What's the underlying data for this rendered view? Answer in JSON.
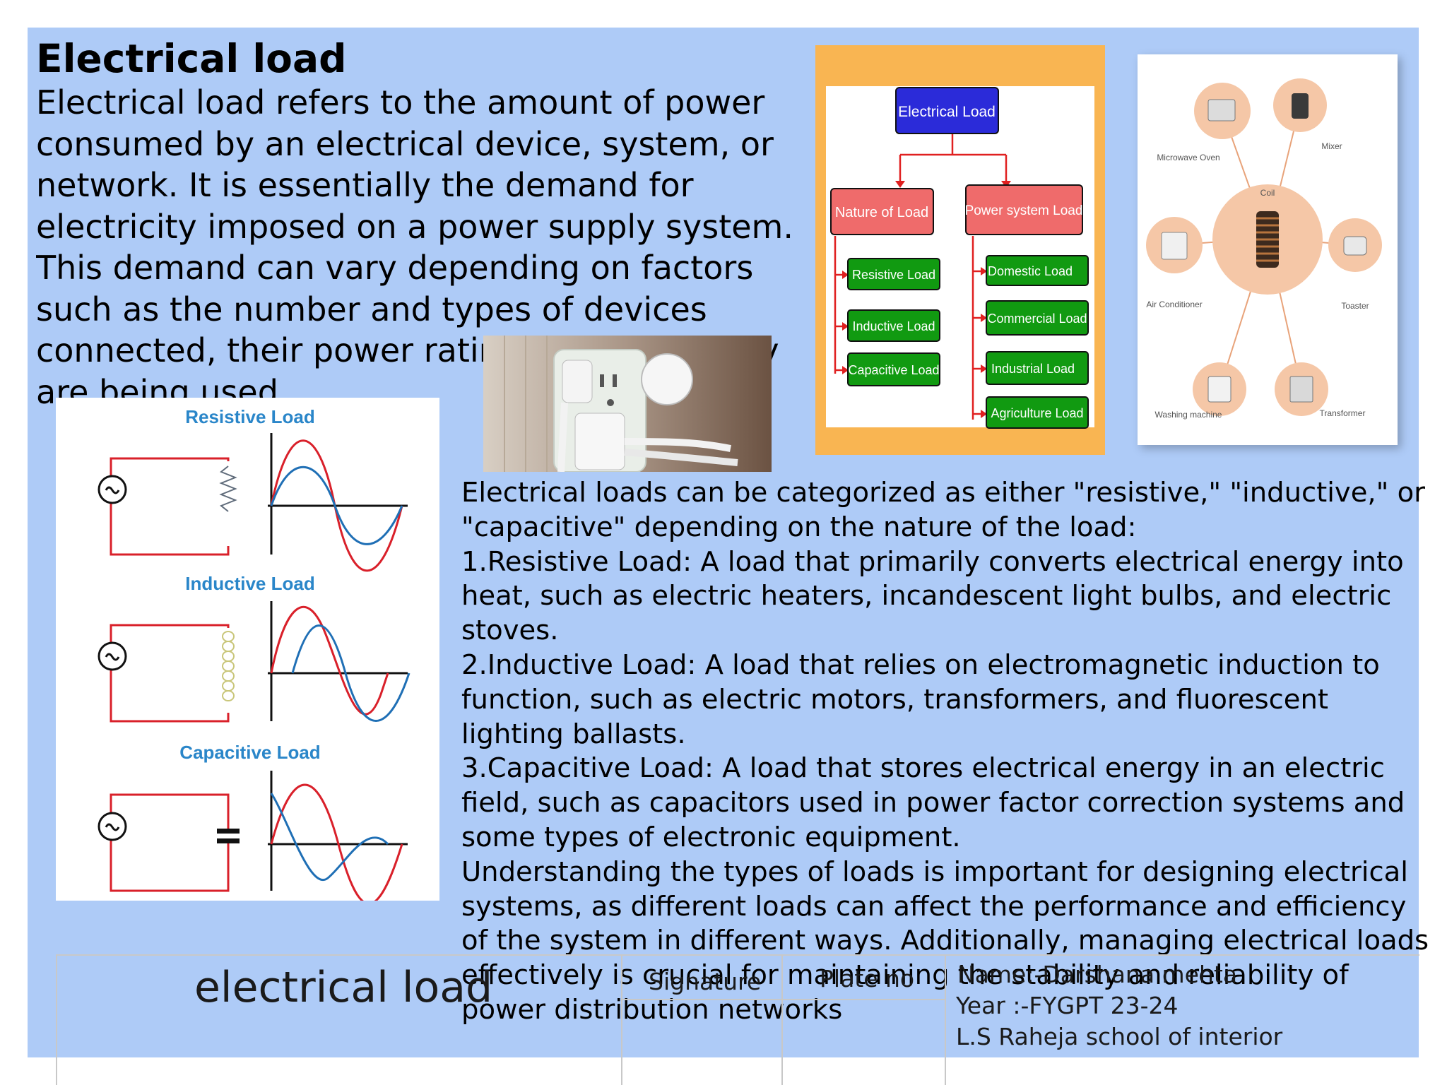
{
  "heading": "Electrical load",
  "intro": "Electrical load refers to the amount of power consumed by an electrical device, system, or network. It is essentially the demand for electricity imposed on a power supply system. This demand can vary depending on factors such as the number and types of devices connected, their power ratings, and how they are being used.",
  "body": [
    "Electrical loads can be categorized as either \"resistive,\" \"inductive,\" or",
    "\"capacitive\" depending on the nature of the load:",
    "1.Resistive Load: A load that primarily converts electrical energy into",
    "heat, such as electric heaters, incandescent light bulbs, and electric",
    "stoves.",
    "2.Inductive Load: A load that relies on electromagnetic induction to",
    "function, such as electric motors, transformers, and fluorescent",
    "lighting ballasts.",
    "3.Capacitive Load: A load that stores electrical energy in an electric",
    "field, such as capacitors used in power factor correction systems and",
    "some types of electronic equipment.",
    "Understanding the types of loads is important for designing electrical",
    "systems, as different loads can affect the performance and efficiency",
    "of the system in different ways. Additionally, managing electrical loads",
    "effectively is crucial for maintaining the stability and reliability of",
    "power distribution networks"
  ],
  "load_diagram": {
    "root": "Electrical Load",
    "nature_title": "Nature of Load",
    "nature_items": [
      "Resistive Load",
      "Inductive Load",
      "Capacitive Load"
    ],
    "power_title": "Power system Load",
    "power_items": [
      "Domestic Load",
      "Commercial Load",
      "Industrial Load",
      "Agriculture Load"
    ]
  },
  "appliances": {
    "center": "Coil",
    "items": [
      "Microwave Oven",
      "Mixer",
      "Air Conditioner",
      "Toaster",
      "Washing machine",
      "Transformer"
    ]
  },
  "waveforms": {
    "titles": [
      "Resistive Load",
      "Inductive Load",
      "Capacitive Load"
    ]
  },
  "footer": {
    "title": "electrical load",
    "signature": "Signature",
    "plate": "Plate no",
    "name": "Name:-Darshana mehta",
    "year": "Year :-FYGPT 23-24",
    "school": "L.S Raheja school of interior"
  },
  "colors": {
    "slide_background": "#aecbf7",
    "diagram_frame": "#f9b552",
    "root_box": "#2b2bd9",
    "category_box": "#ef6b6b",
    "item_box": "#119a11",
    "arrow": "#e02020",
    "wave_red": "#d9202a",
    "wave_blue": "#1f6fb5",
    "appliance_circle": "#f5c7a7"
  }
}
